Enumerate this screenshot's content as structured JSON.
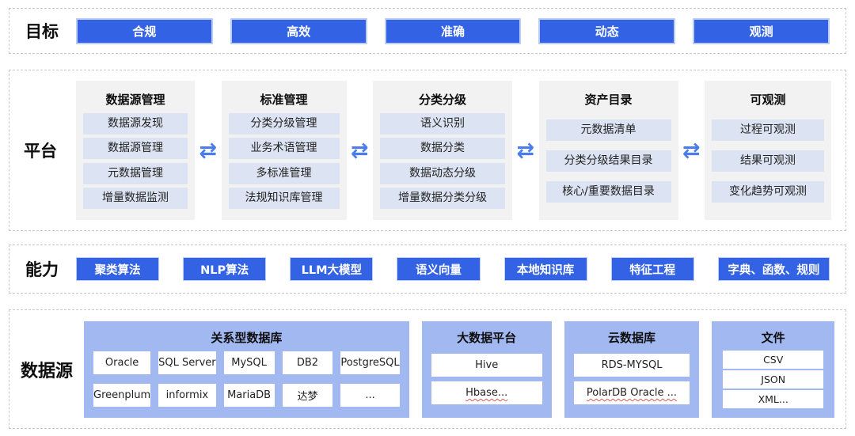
{
  "colors": {
    "accent": "#3363e4",
    "accent_border": "#bccdf5",
    "arrow": "#4a7deb",
    "group_bg": "#a2b8f0",
    "item_bg": "#dce3f2",
    "column_bg": "#f2f2f3"
  },
  "goals": {
    "label": "目标",
    "items": [
      "合规",
      "高效",
      "准确",
      "动态",
      "观测"
    ]
  },
  "platform": {
    "label": "平台",
    "arrow_icon": "⇄",
    "columns": [
      {
        "title": "数据源管理",
        "items": [
          "数据源发现",
          "数据源管理",
          "元数据管理",
          "增量数据监测"
        ]
      },
      {
        "title": "标准管理",
        "items": [
          "分类分级管理",
          "业务术语管理",
          "多标准管理",
          "法规知识库管理"
        ]
      },
      {
        "title": "分类分级",
        "items": [
          "语义识别",
          "数据分类",
          "数据动态分级",
          "增量数据分类分级"
        ]
      },
      {
        "title": "资产目录",
        "items": [
          "元数据清单",
          "分类分级结果目录",
          "核心/重要数据目录"
        ]
      },
      {
        "title": "可观测",
        "items": [
          "过程可观测",
          "结果可观测",
          "变化趋势可观测"
        ]
      }
    ]
  },
  "capabilities": {
    "label": "能力",
    "items": [
      "聚类算法",
      "NLP算法",
      "LLM大模型",
      "语义向量",
      "本地知识库",
      "特征工程",
      "字典、函数、规则"
    ]
  },
  "datasources": {
    "label": "数据源",
    "groups": [
      {
        "title": "关系型数据库",
        "items": [
          "Oracle",
          "SQL Server",
          "MySQL",
          "DB2",
          "PostgreSQL",
          "Greenplum",
          "informix",
          "MariaDB",
          "达梦",
          "..."
        ]
      },
      {
        "title": "大数据平台",
        "items": [
          "Hive",
          "Hbase..."
        ]
      },
      {
        "title": "云数据库",
        "items": [
          "RDS-MYSQL",
          "PolarDB Oracle ..."
        ]
      },
      {
        "title": "文件",
        "items": [
          "CSV",
          "JSON",
          "XML..."
        ]
      }
    ]
  }
}
